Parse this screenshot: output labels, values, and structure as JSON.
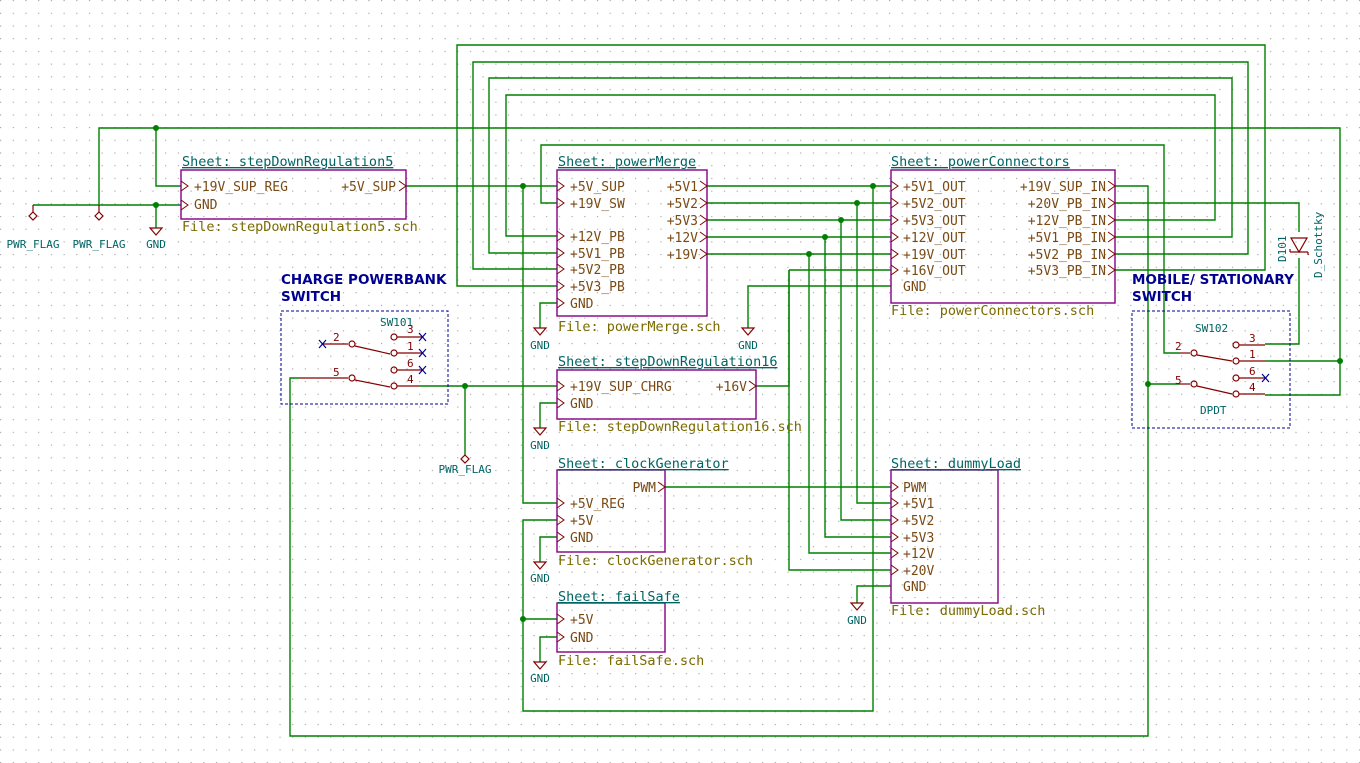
{
  "sheets": {
    "stepDown5": {
      "name": "Sheet: stepDownRegulation5",
      "file": "File: stepDownRegulation5.sch",
      "pins_left": [
        "+19V_SUP_REG",
        "GND"
      ],
      "pins_right": [
        "+5V_SUP"
      ]
    },
    "powerMerge": {
      "name": "Sheet: powerMerge",
      "file": "File: powerMerge.sch",
      "pins_left": [
        "+5V_SUP",
        "+19V_SW",
        "+12V_PB",
        "+5V1_PB",
        "+5V2_PB",
        "+5V3_PB",
        "GND"
      ],
      "pins_right": [
        "+5V1",
        "+5V2",
        "+5V3",
        "+12V",
        "+19V"
      ]
    },
    "powerConnectors": {
      "name": "Sheet: powerConnectors",
      "file": "File: powerConnectors.sch",
      "pins_left": [
        "+5V1_OUT",
        "+5V2_OUT",
        "+5V3_OUT",
        "+12V_OUT",
        "+19V_OUT",
        "+16V_OUT",
        "GND"
      ],
      "pins_right": [
        "+19V_SUP_IN",
        "+20V_PB_IN",
        "+12V_PB_IN",
        "+5V1_PB_IN",
        "+5V2_PB_IN",
        "+5V3_PB_IN"
      ]
    },
    "stepDown16": {
      "name": "Sheet: stepDownRegulation16",
      "file": "File: stepDownRegulation16.sch",
      "pins_left": [
        "+19V_SUP_CHRG",
        "GND"
      ],
      "pins_right": [
        "+16V"
      ]
    },
    "clockGen": {
      "name": "Sheet: clockGenerator",
      "file": "File: clockGenerator.sch",
      "pins_left": [
        "+5V_REG",
        "+5V",
        "GND"
      ],
      "pins_right": [
        "PWM"
      ]
    },
    "failSafe": {
      "name": "Sheet: failSafe",
      "file": "File: failSafe.sch",
      "pins_left": [
        "+5V",
        "GND"
      ]
    },
    "dummyLoad": {
      "name": "Sheet: dummyLoad",
      "file": "File: dummyLoad.sch",
      "pins_left": [
        "PWM",
        "+5V1",
        "+5V2",
        "+5V3",
        "+12V",
        "+20V",
        "GND"
      ]
    }
  },
  "labels": {
    "charge_title": [
      "CHARGE POWERBANK",
      "SWITCH"
    ],
    "mobile_title": [
      "MOBILE/ STATIONARY",
      "SWITCH"
    ],
    "sw101": "SW101",
    "sw102": "SW102",
    "dpdt": "DPDT",
    "d101": "D101",
    "d_schottky": "D_Schottky",
    "pwr_flag": "PWR_FLAG",
    "gnd": "GND",
    "sw101_pins": [
      "3",
      "2",
      "1",
      "6",
      "5",
      "4"
    ],
    "sw102_pins": [
      "3",
      "2",
      "1",
      "6",
      "5",
      "4"
    ]
  }
}
